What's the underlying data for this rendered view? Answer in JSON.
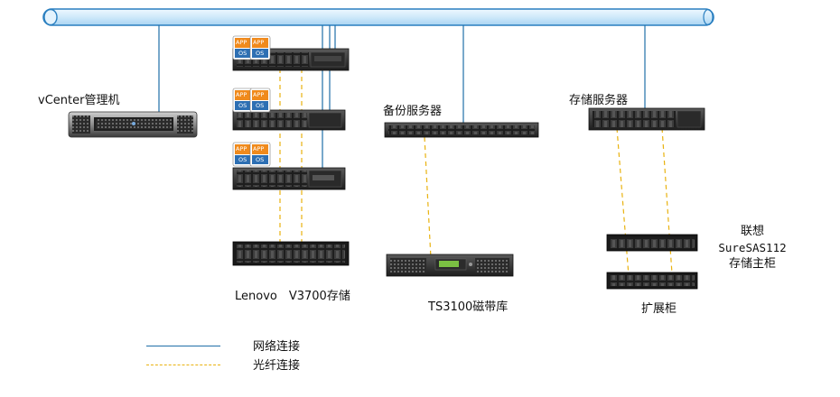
{
  "nodes": {
    "vcenter": "vCenter管理机",
    "lenovo_storage": "Lenovo　V3700存储",
    "backup_server": "备份服务器",
    "tape_library": "TS3100磁带库",
    "storage_server": "存储服务器",
    "suresas_line1": "联想",
    "suresas_line2": "SureSAS112",
    "suresas_line3": "存储主柜",
    "expansion": "扩展柜"
  },
  "icon_labels": {
    "app": "APP",
    "os": "OS"
  },
  "legend": {
    "network": "网络连接",
    "fiber": "光纤连接"
  },
  "colors": {
    "network_line": "#1f6fa8",
    "fiber_line": "#e9b20f",
    "bus_fill": "#d9eefb",
    "bus_stroke": "#2a7fc0",
    "app_icon": "#f08a1c",
    "os_icon": "#2d6fb3"
  }
}
